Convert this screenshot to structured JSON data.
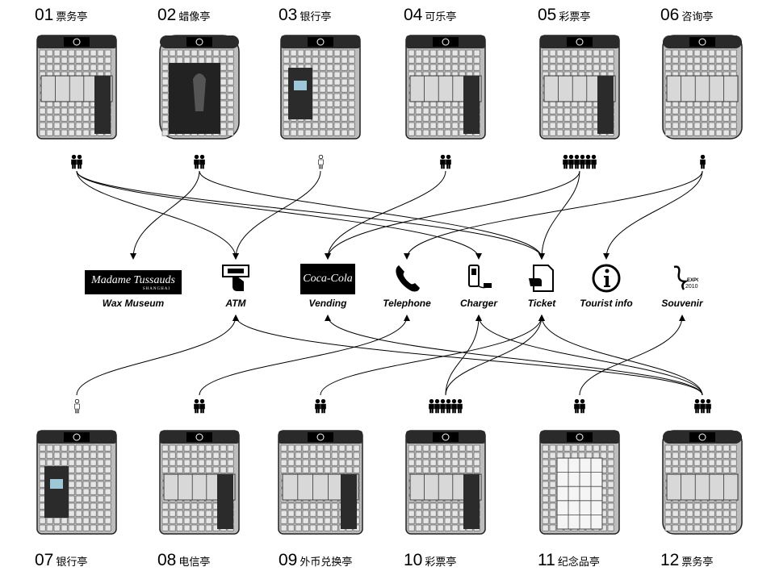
{
  "kiosks_top": [
    {
      "num": "01",
      "name": "票务亭",
      "people": 2,
      "people_style": "solid",
      "sign": "ticket-sign",
      "shape": "octagon"
    },
    {
      "num": "02",
      "name": "蜡像亭",
      "people": 2,
      "people_style": "solid",
      "sign": "tussauds-sign",
      "shape": "curved"
    },
    {
      "num": "03",
      "name": "银行亭",
      "people": 1,
      "people_style": "outline",
      "sign": "bank-sign",
      "shape": "octagon"
    },
    {
      "num": "04",
      "name": "可乐亭",
      "people": 2,
      "people_style": "solid",
      "sign": "cola-sign",
      "shape": "octagon"
    },
    {
      "num": "05",
      "name": "彩票亭",
      "people": 6,
      "people_style": "solid",
      "sign": "lottery-sign",
      "shape": "octagon"
    },
    {
      "num": "06",
      "name": "咨询亭",
      "people": 1,
      "people_style": "solid",
      "sign": "info-sign",
      "shape": "round"
    }
  ],
  "kiosks_bottom": [
    {
      "num": "07",
      "name": "银行亭",
      "people": 1,
      "people_style": "outline",
      "sign": "bank-sign",
      "shape": "octagon"
    },
    {
      "num": "08",
      "name": "电信亭",
      "people": 2,
      "people_style": "solid",
      "sign": "telecom-sign",
      "shape": "octagon"
    },
    {
      "num": "09",
      "name": "外币兑换亭",
      "people": 2,
      "people_style": "solid",
      "sign": "exchange-sign",
      "shape": "box"
    },
    {
      "num": "10",
      "name": "彩票亭",
      "people": 6,
      "people_style": "solid",
      "sign": "lottery-sign",
      "shape": "octagon"
    },
    {
      "num": "11",
      "name": "纪念品亭",
      "people": 2,
      "people_style": "solid",
      "sign": "souvenir-sign",
      "shape": "octagon"
    },
    {
      "num": "12",
      "name": "票务亭",
      "people": 3,
      "people_style": "solid",
      "sign": "ticket-sign",
      "shape": "round"
    }
  ],
  "services": [
    {
      "label": "Wax Museum",
      "icon": "wax-museum-logo-icon",
      "logo_text": "Madame Tussauds",
      "logo_sub": "SHANGHAI"
    },
    {
      "label": "ATM",
      "icon": "atm-icon"
    },
    {
      "label": "Vending",
      "icon": "coca-cola-logo-icon",
      "logo_text": "Coca-Cola"
    },
    {
      "label": "Telephone",
      "icon": "telephone-icon"
    },
    {
      "label": "Charger",
      "icon": "charger-icon"
    },
    {
      "label": "Ticket",
      "icon": "ticket-icon"
    },
    {
      "label": "Tourist info",
      "icon": "tourist-info-icon"
    },
    {
      "label": "Souvenir",
      "icon": "expo-souvenir-icon",
      "logo_text": "EXPO",
      "logo_year": "2010"
    }
  ],
  "connections": [
    [
      "k01",
      "Ticket"
    ],
    [
      "k01",
      "Charger"
    ],
    [
      "k01",
      "ATM"
    ],
    [
      "k02",
      "Wax Museum"
    ],
    [
      "k02",
      "Ticket"
    ],
    [
      "k03",
      "ATM"
    ],
    [
      "k04",
      "Vending"
    ],
    [
      "k05",
      "Vending"
    ],
    [
      "k05",
      "Ticket"
    ],
    [
      "k06",
      "Tourist info"
    ],
    [
      "k06",
      "Telephone"
    ],
    [
      "k07",
      "ATM"
    ],
    [
      "k08",
      "Telephone"
    ],
    [
      "k09",
      "Ticket"
    ],
    [
      "k10",
      "Charger"
    ],
    [
      "k10",
      "Ticket"
    ],
    [
      "k11",
      "Souvenir"
    ],
    [
      "k12",
      "ATM"
    ],
    [
      "k12",
      "Vending"
    ],
    [
      "k12",
      "Ticket"
    ],
    [
      "k12",
      "Charger"
    ]
  ],
  "colors": {
    "ink": "#000000",
    "panel": "#d9d9d9",
    "panel_dark": "#3a3a3a",
    "glass": "#cfcfcf",
    "background": "#ffffff"
  }
}
